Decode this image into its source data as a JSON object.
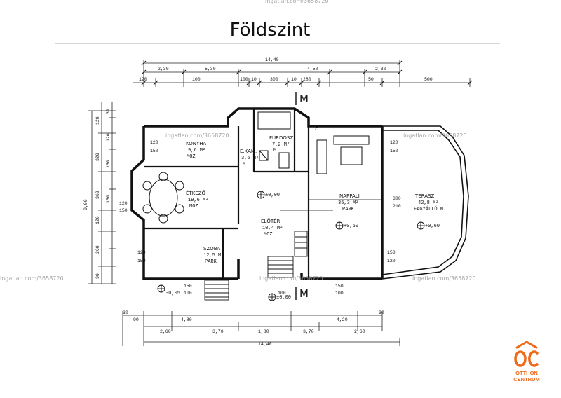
{
  "page": {
    "title": "Földszint"
  },
  "watermark": {
    "text": "ingatlan.com/3658720"
  },
  "brand": {
    "mark": "OC",
    "line1": "OTTHON",
    "line2": "CENTRUM",
    "color": "#ef6a1c"
  },
  "section_marks": {
    "top": "M",
    "bottom": "M"
  },
  "rooms": {
    "konyha": {
      "name": "KONYHA",
      "area": "9,6 M²",
      "floor": "MOZ"
    },
    "eloter_small": {
      "name": "E.KAM.",
      "area": "3,6 M²",
      "floor": "M"
    },
    "furdo": {
      "name": "FÜRDŐSZ",
      "area": "7,2 M²",
      "floor": "M"
    },
    "etkezo": {
      "name": "ÉTKEZŐ",
      "area": "19,6 M²",
      "floor": "MOZ"
    },
    "nappali": {
      "name": "NAPPALI",
      "area": "35,3 M²",
      "floor": "PARK"
    },
    "terasz": {
      "name": "TERASZ",
      "area": "42,8 M²",
      "floor": "FAGYÁLLÓ M."
    },
    "eloter": {
      "name": "ELŐTÉR",
      "area": "10,4 M²",
      "floor": "MOZ"
    },
    "szoba": {
      "name": "SZOBA",
      "area": "12,5 M²",
      "floor": "PARK"
    }
  },
  "levels": {
    "center": "±0,00",
    "nappali": "+0,60",
    "terasz": "+0,60",
    "entrance": "-0,05",
    "door": "±0,00"
  },
  "dimensions": {
    "top_total": "14,40",
    "top_row1": [
      "2,30",
      "5,30",
      "4,50",
      "2,30"
    ],
    "top_row2": [
      "120",
      "100",
      "100",
      "10",
      "300",
      "10",
      "280",
      "50",
      "500"
    ],
    "left_col1": [
      "9,00"
    ],
    "left_col2": [
      "120",
      "320",
      "360",
      "120",
      "260",
      "90"
    ],
    "left_col3": [
      "30",
      "120",
      "150",
      "150",
      "120",
      "150",
      "30"
    ],
    "bottom_row1": [
      "90",
      "4,80",
      "4,20",
      "30"
    ],
    "bottom_row2": [
      "2,60",
      "3,70",
      "1,80",
      "3,70",
      "2,60"
    ],
    "bottom_total": "14,40",
    "inner": [
      "120",
      "150",
      "120",
      "150",
      "120",
      "150",
      "100",
      "300",
      "210",
      "120",
      "150",
      "120",
      "150",
      "100",
      "100"
    ]
  }
}
